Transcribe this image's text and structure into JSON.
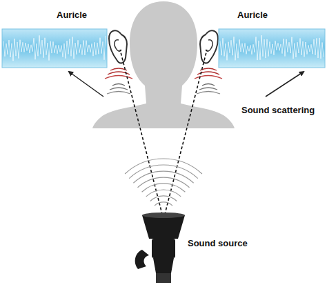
{
  "diagram": {
    "labels": [
      "Auricle",
      "Auricle",
      "Sound scattering",
      "Sound source"
    ]
  }
}
